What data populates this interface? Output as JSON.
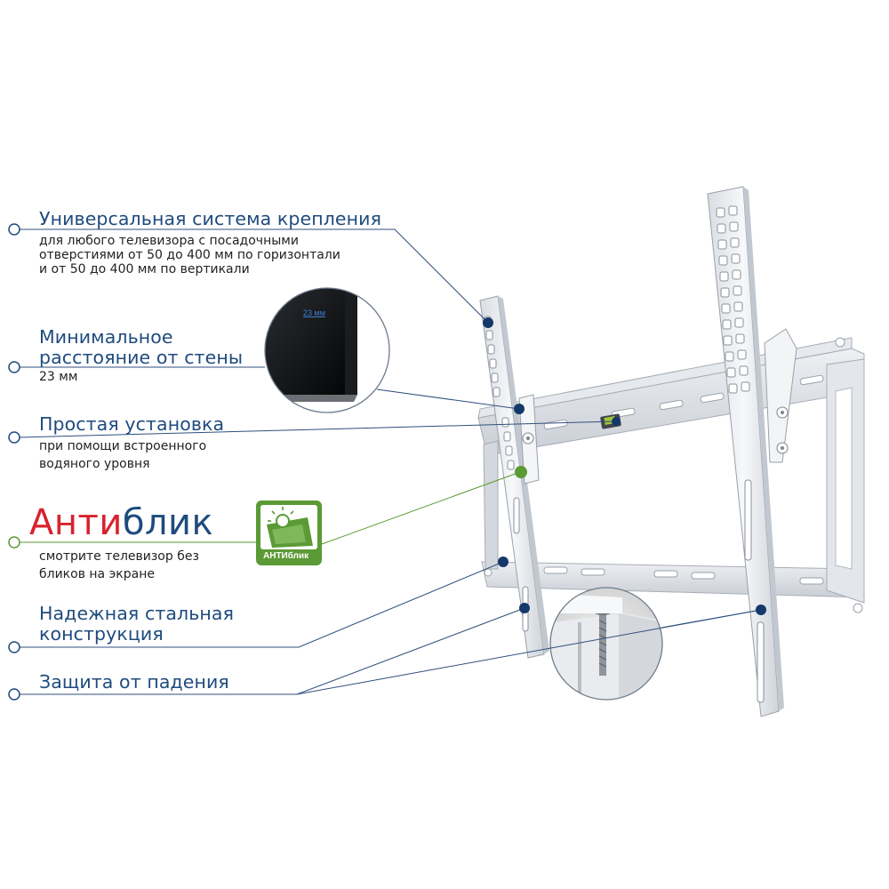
{
  "features": [
    {
      "id": "universal",
      "title": "Универсальная система крепления",
      "lines": [
        "для любого телевизора с посадочными",
        "отверстиями от 50 до 400 мм по горизонтали",
        "и от 50 до 400 мм по вертикали"
      ]
    },
    {
      "id": "distance",
      "title_lines": [
        "Минимальное",
        "расстояние от стены"
      ],
      "lines": [
        "23 мм"
      ]
    },
    {
      "id": "install",
      "title": "Простая  установка",
      "lines": [
        "при помощи встроенного",
        "водяного уровня"
      ]
    },
    {
      "id": "antiglare",
      "title_part1": "Анти",
      "title_part2": "блик",
      "lines": [
        "смотрите телевизор без",
        "бликов на экране"
      ],
      "badge": "АНТИблик"
    },
    {
      "id": "steel",
      "title_lines": [
        "Надежная стальная",
        "конструкция"
      ]
    },
    {
      "id": "fall",
      "title": "Защита от падения"
    }
  ],
  "inset": {
    "distance_label": "23 мм"
  },
  "colors": {
    "accent": "#1f4b7e",
    "red": "#d7232f",
    "green": "#5b9a35",
    "dot": "#15386b"
  },
  "icons": {
    "circle": "callout-ring-icon",
    "dot": "callout-dot-icon",
    "antiglare": "sun-screen-icon"
  }
}
